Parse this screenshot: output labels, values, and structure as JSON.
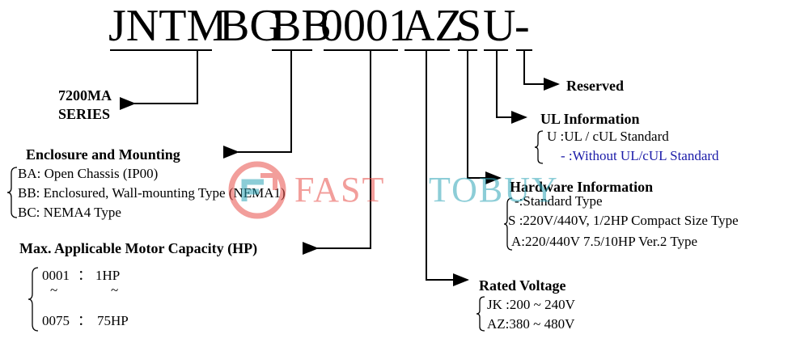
{
  "code": {
    "segments": [
      {
        "id": "series",
        "text": "JNTM"
      },
      {
        "id": "enclosure",
        "text": "BG"
      },
      {
        "id": "bb",
        "text": "BB"
      },
      {
        "id": "capacity",
        "text": "0001"
      },
      {
        "id": "voltage",
        "text": "AZ"
      },
      {
        "id": "hardware",
        "text": "S"
      },
      {
        "id": "ul",
        "text": "U"
      },
      {
        "id": "reserved",
        "text": "-"
      }
    ]
  },
  "series": {
    "line1": "7200MA",
    "line2": "SERIES"
  },
  "enclosure": {
    "title": "Enclosure and Mounting",
    "items": [
      "BA: Open Chassis (IP00)",
      "BB: Enclosured, Wall-mounting Type (NEMA1)",
      "BC: NEMA4 Type"
    ]
  },
  "capacity": {
    "title": "Max. Applicable Motor Capacity (HP)",
    "row1_code": "0001",
    "row1_sep": "：",
    "row1_value": "1HP",
    "tilde": "~",
    "row2_code": "0075",
    "row2_sep": "：",
    "row2_value": "75HP"
  },
  "reserved": {
    "title": "Reserved"
  },
  "ul": {
    "title": "UL Information",
    "items": [
      "U :UL / cUL Standard",
      "- :Without UL/cUL  Standard"
    ]
  },
  "hardware": {
    "title": "Hardware Information",
    "items": [
      "-:Standard Type",
      "S :220V/440V, 1/2HP Compact Size Type",
      "A:220/440V 7.5/10HP Ver.2 Type"
    ]
  },
  "voltage": {
    "title": "Rated Voltage",
    "items": [
      "JK :200 ~ 240V",
      "AZ:380 ~ 480V"
    ]
  },
  "watermark": {
    "part1": "FAST",
    "part2": "TOBUY"
  },
  "colors": {
    "ink": "#000000",
    "blue_text": "#1a1aa8",
    "wm_red": "#e8504a",
    "wm_teal": "#2fa6b8"
  }
}
